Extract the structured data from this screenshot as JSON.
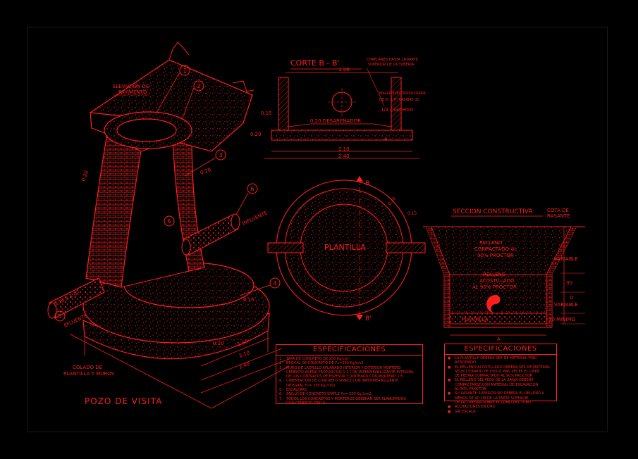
{
  "colors": {
    "background": "#000000",
    "line": "#ff1e1e",
    "fill": "#ff1e1e"
  },
  "isometric": {
    "title": "POZO DE VISITA",
    "label_pavimento": [
      "ELEVACION DE",
      "PAVIMENTO"
    ],
    "label_colado": [
      "COLADO DE",
      "PLANTILLA Y MUROS"
    ],
    "label_influente": "INFLUENTE",
    "label_efluente": "EFLUENTE",
    "dims": {
      "d020_top": "0.20",
      "d028": "0.28",
      "d076": "0.76 A 1.07",
      "d015": "0.15",
      "d020_base": "0.20",
      "d150": "1.50",
      "d210": "2.10",
      "d240": "2.40"
    },
    "callouts": [
      "1",
      "2",
      "3",
      "4",
      "5",
      "6",
      "6"
    ]
  },
  "section_bb": {
    "title": "CORTE  B  -  B'",
    "d150": "1.50",
    "d015": "0.15",
    "d020_left": "0.20",
    "d020_desarenador": "0.20  DESARENADOR",
    "d210": "2.10",
    "d240": "2.40",
    "note_chaflanes": [
      "CHAFLANES HASTA LA PARTE",
      "SUPERIOR DE LA TUBERIA"
    ],
    "note_malla": [
      "MALLA ELECTROSOLDADA",
      "DE 6\" X 6\" CALIBRE 10"
    ],
    "note_diametro": "1/2 Diametro",
    "callout_4": "4"
  },
  "plan": {
    "label": "PLANTILLA",
    "b_top": "B",
    "b_bottom": "B'",
    "d020": "0.20",
    "d015": "0.15"
  },
  "seccion_constructiva": {
    "title": "SECCION CONSTRUCTIVA",
    "cota": [
      "COTA DE",
      "RASANTE"
    ],
    "relleno1": [
      "RELLENO",
      "COMPACTADO AL",
      "90% PROCTOR"
    ],
    "relleno2": [
      "RELLENO",
      "ACOSTILLADO",
      "AL 90% PROCTOR"
    ],
    "variable": "VARIABLE",
    "d30": "30",
    "d_variable": [
      "D",
      "VARIABLE"
    ],
    "minimo": "10 MINIMO",
    "plantilla": "PLANTILLA",
    "a": "A"
  },
  "specs_left": {
    "title": "ESPECIFICACIONES",
    "items": [
      [
        "1.-",
        "TAPA DE CONCRETO DE 250 Kg/cm²."
      ],
      [
        "2.-",
        "BROCAL DE CONCRETO DE f'c=200 Kg/cm2."
      ],
      [
        "3.-",
        "MURO DE LADRILLO APLANADO INTERIOR Y EXTERIOR MORTERO"
      ],
      [
        "",
        "CEMENTO-ARENA PROPORCION 1:3 CON IMPERMEABILIZANTE INTEGRAL"
      ],
      [
        "",
        "DE LOS CONTRATOS DE ESPESOR Y JUNTEADO CON MORTERO 1:5"
      ],
      [
        "4.-",
        "CIMENTACION DE CONCRETO SIMPLE CON IMPERMEABILIZANTE"
      ],
      [
        "",
        "INTEGRAL f'c= 250 Kg./cm2."
      ],
      [
        "5.-",
        "ESCALERAS"
      ],
      [
        "6.-",
        "ANILLO DE CONCRETO SIMPLE f'c= 200 Kg./cm2."
      ],
      [
        "7.-",
        "TODOS LOS CONCRETOS Y MORTEROS DEBERAN SER ELABORADOS"
      ],
      [
        "",
        "CON CEMENTO TIPO II"
      ]
    ]
  },
  "specs_right": {
    "title": "ESPECIFICACIONES",
    "items": [
      [
        "●",
        "LA PLANTILLA DEBERA SER DE MATERIAL FINO"
      ],
      [
        "",
        "APISONADO"
      ],
      [
        "●",
        "EL RELLENO ACOSTILLADO DEBERA SER DE MATERIAL"
      ],
      [
        "",
        "SELECCIONADO DE DOS O MAS VECES EL LIBRE"
      ],
      [
        "",
        "DE PIEDRA COMPACTADO AL 90% PROCTOR"
      ],
      [
        "●",
        "EL RELLENO SEL PESO DE LA ZANJA DEBERA"
      ],
      [
        "",
        "COMPACTARSE CON MATERIAL DE EXCAVACION"
      ],
      [
        "",
        "AL 90% PROCTOR"
      ],
      [
        "●",
        "SU RASANTE SUPERIOR NO DEBERA EL RELLENO A"
      ],
      [
        "",
        "MENOS DE 40 CM DE LA PARTE SUPERIOR"
      ],
      [
        "",
        "DE LA TUBERIA SOBRE EL LOMO DEL TUBO"
      ],
      [
        "●",
        "ACOTACIONES EN CMS."
      ],
      [
        "●",
        "SIN ESCALA"
      ]
    ]
  }
}
